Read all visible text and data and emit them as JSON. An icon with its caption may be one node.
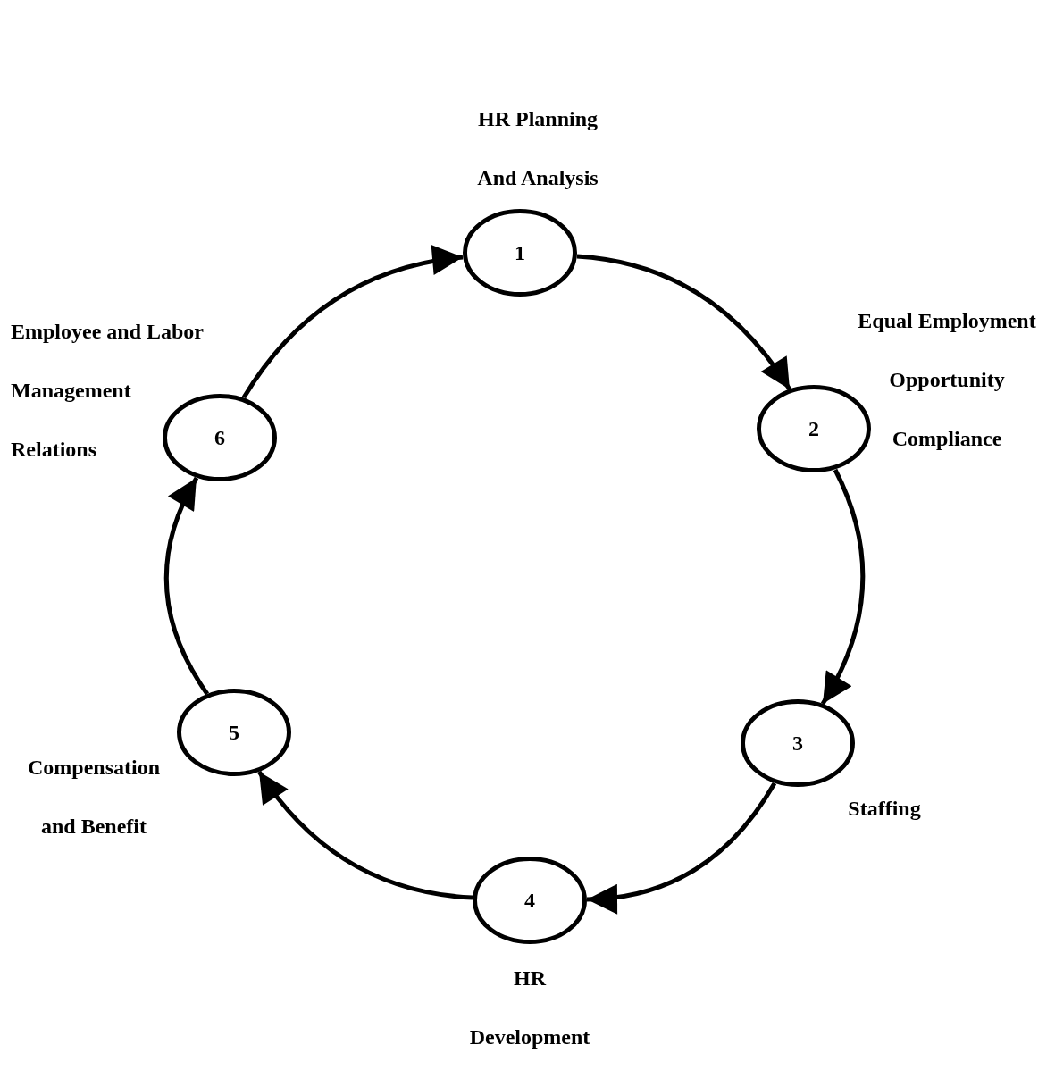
{
  "diagram": {
    "nodes": [
      {
        "text": [
          "1"
        ],
        "beside": [
          "HR Planning And Analysis"
        ]
      },
      {
        "text": [
          "2"
        ],
        "beside": [
          "Equal Employment Opportunity Compliance"
        ]
      },
      {
        "text": [
          "3"
        ],
        "beside": [
          "Staffing"
        ]
      },
      {
        "text": [
          "4"
        ],
        "beside": [
          "HR Development"
        ]
      },
      {
        "text": [
          "5"
        ],
        "beside": [
          "Compensation and Benefit"
        ]
      },
      {
        "text": [
          "6"
        ],
        "beside": [
          "Employee and Labor Management Relations"
        ]
      }
    ],
    "edges": [
      {
        "from": 0,
        "to": 1,
        "arrow": "to"
      },
      {
        "from": 1,
        "to": 2,
        "arrow": "to"
      },
      {
        "from": 2,
        "to": 3,
        "arrow": "to"
      },
      {
        "from": 3,
        "to": 4,
        "arrow": "to"
      },
      {
        "from": 4,
        "to": 5,
        "arrow": "to"
      },
      {
        "from": 5,
        "to": 0,
        "arrow": "to"
      }
    ]
  }
}
